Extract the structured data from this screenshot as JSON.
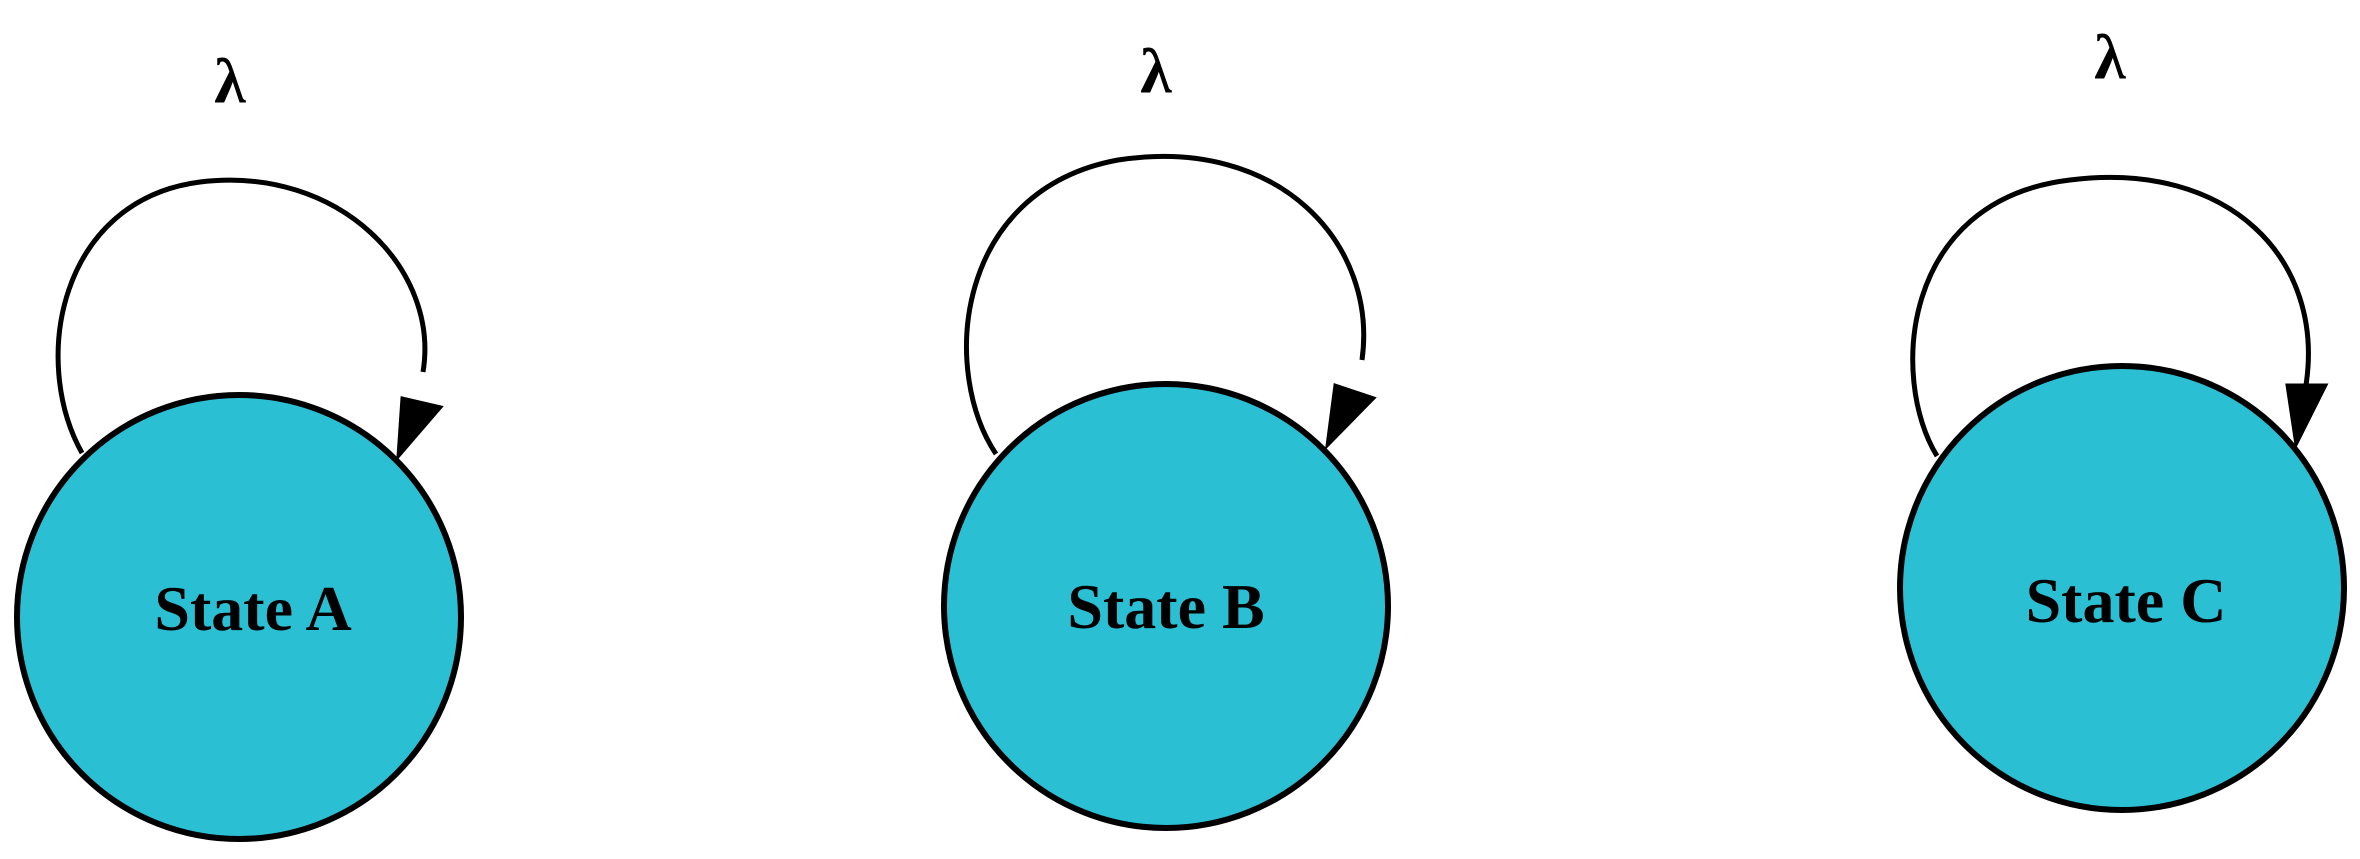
{
  "colors": {
    "state_fill": "#2bbfd3",
    "stroke": "#000000",
    "background": "#ffffff"
  },
  "states": [
    {
      "id": "A",
      "label": "State A"
    },
    {
      "id": "B",
      "label": "State B"
    },
    {
      "id": "C",
      "label": "State C"
    }
  ],
  "transitions": [
    {
      "from": "A",
      "to": "A",
      "label": "λ"
    },
    {
      "from": "B",
      "to": "B",
      "label": "λ"
    },
    {
      "from": "C",
      "to": "C",
      "label": "λ"
    }
  ]
}
